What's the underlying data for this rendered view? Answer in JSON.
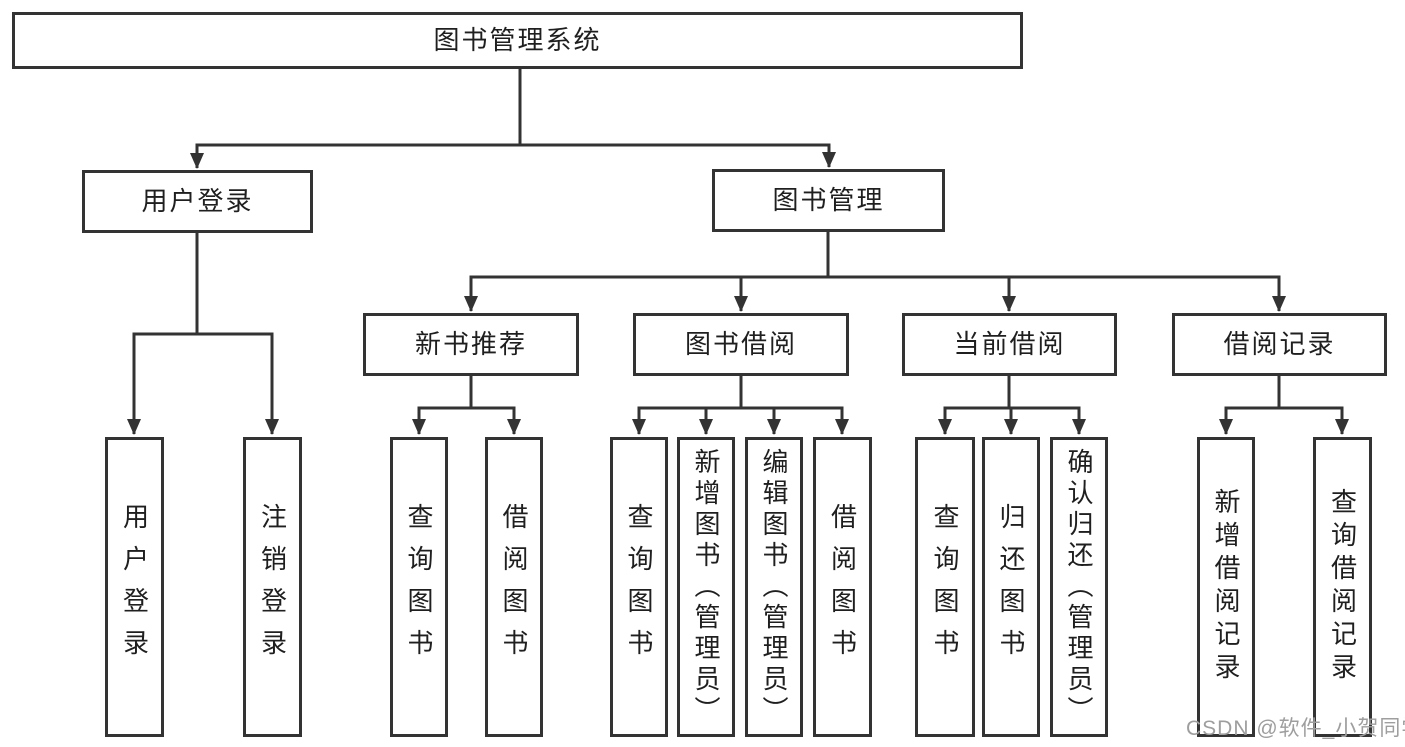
{
  "tree": {
    "label": "图书管理系统",
    "children": [
      {
        "label": "用户登录",
        "children": [
          {
            "label": "用户登录"
          },
          {
            "label": "注销登录"
          }
        ]
      },
      {
        "label": "图书管理",
        "children": [
          {
            "label": "新书推荐",
            "children": [
              {
                "label": "查询图书"
              },
              {
                "label": "借阅图书"
              }
            ]
          },
          {
            "label": "图书借阅",
            "children": [
              {
                "label": "查询图书"
              },
              {
                "label": "新增图书（管理员）"
              },
              {
                "label": "编辑图书（管理员）"
              },
              {
                "label": "借阅图书"
              }
            ]
          },
          {
            "label": "当前借阅",
            "children": [
              {
                "label": "查询图书"
              },
              {
                "label": "归还图书"
              },
              {
                "label": "确认归还（管理员）"
              }
            ]
          },
          {
            "label": "借阅记录",
            "children": [
              {
                "label": "新增借阅记录"
              },
              {
                "label": "查询借阅记录"
              }
            ]
          }
        ]
      }
    ]
  },
  "watermark": "CSDN @软件_小贺同学",
  "colors": {
    "line": "#333333",
    "text": "#1f1f1f",
    "background": "#ffffff",
    "watermark_color": "#9e9e9e"
  }
}
